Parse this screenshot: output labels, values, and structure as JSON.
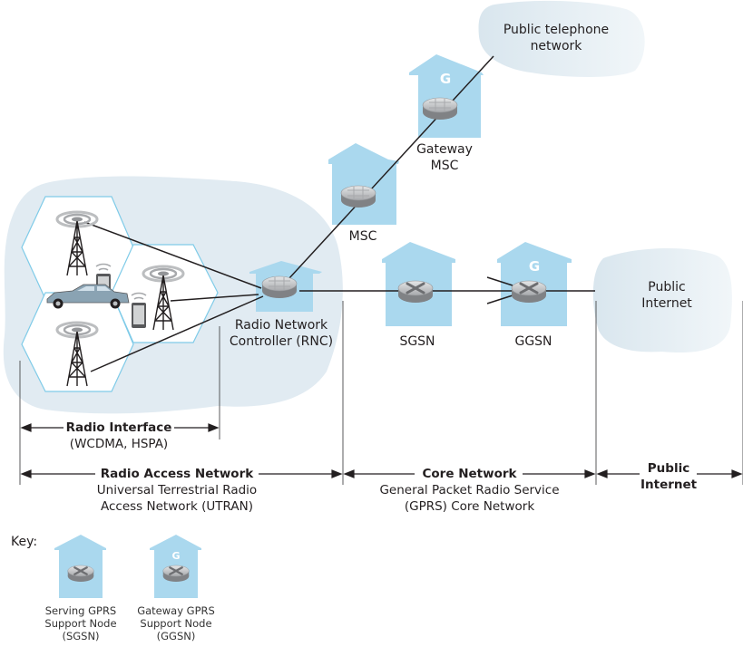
{
  "title": "UMTS/3G cellular network architecture",
  "colors": {
    "node_house": "#aad8ee",
    "cloud": "#e3edf3",
    "cell_border": "#7fcbe8",
    "line": "#231f20",
    "text": "#231f20"
  },
  "nodes": {
    "rnc": {
      "label_line1": "Radio Network",
      "label_line2": "Controller (RNC)"
    },
    "msc": {
      "label": "MSC"
    },
    "gateway_msc": {
      "label_line1": "Gateway",
      "label_line2": "MSC",
      "badge": "G"
    },
    "sgsn": {
      "label": "SGSN"
    },
    "ggsn": {
      "label": "GGSN",
      "badge": "G"
    }
  },
  "clouds": {
    "telephone": {
      "line1": "Public telephone",
      "line2": "network"
    },
    "internet": {
      "line1": "Public",
      "line2": "Internet"
    }
  },
  "sections": {
    "radio_interface": {
      "title": "Radio Interface",
      "subtitle": "(WCDMA, HSPA)"
    },
    "ran": {
      "title": "Radio Access Network",
      "sub1": "Universal Terrestrial Radio",
      "sub2": "Access Network (UTRAN)"
    },
    "core": {
      "title": "Core Network",
      "sub1": "General Packet Radio Service",
      "sub2": "(GPRS) Core Network"
    },
    "public": {
      "title1": "Public",
      "title2": "Internet"
    }
  },
  "key": {
    "title": "Key:",
    "items": [
      {
        "line1": "Serving GPRS",
        "line2": "Support Node",
        "line3": "(SGSN)"
      },
      {
        "line1": "Gateway GPRS",
        "line2": "Support Node",
        "line3": "(GGSN)",
        "badge": "G"
      }
    ]
  }
}
